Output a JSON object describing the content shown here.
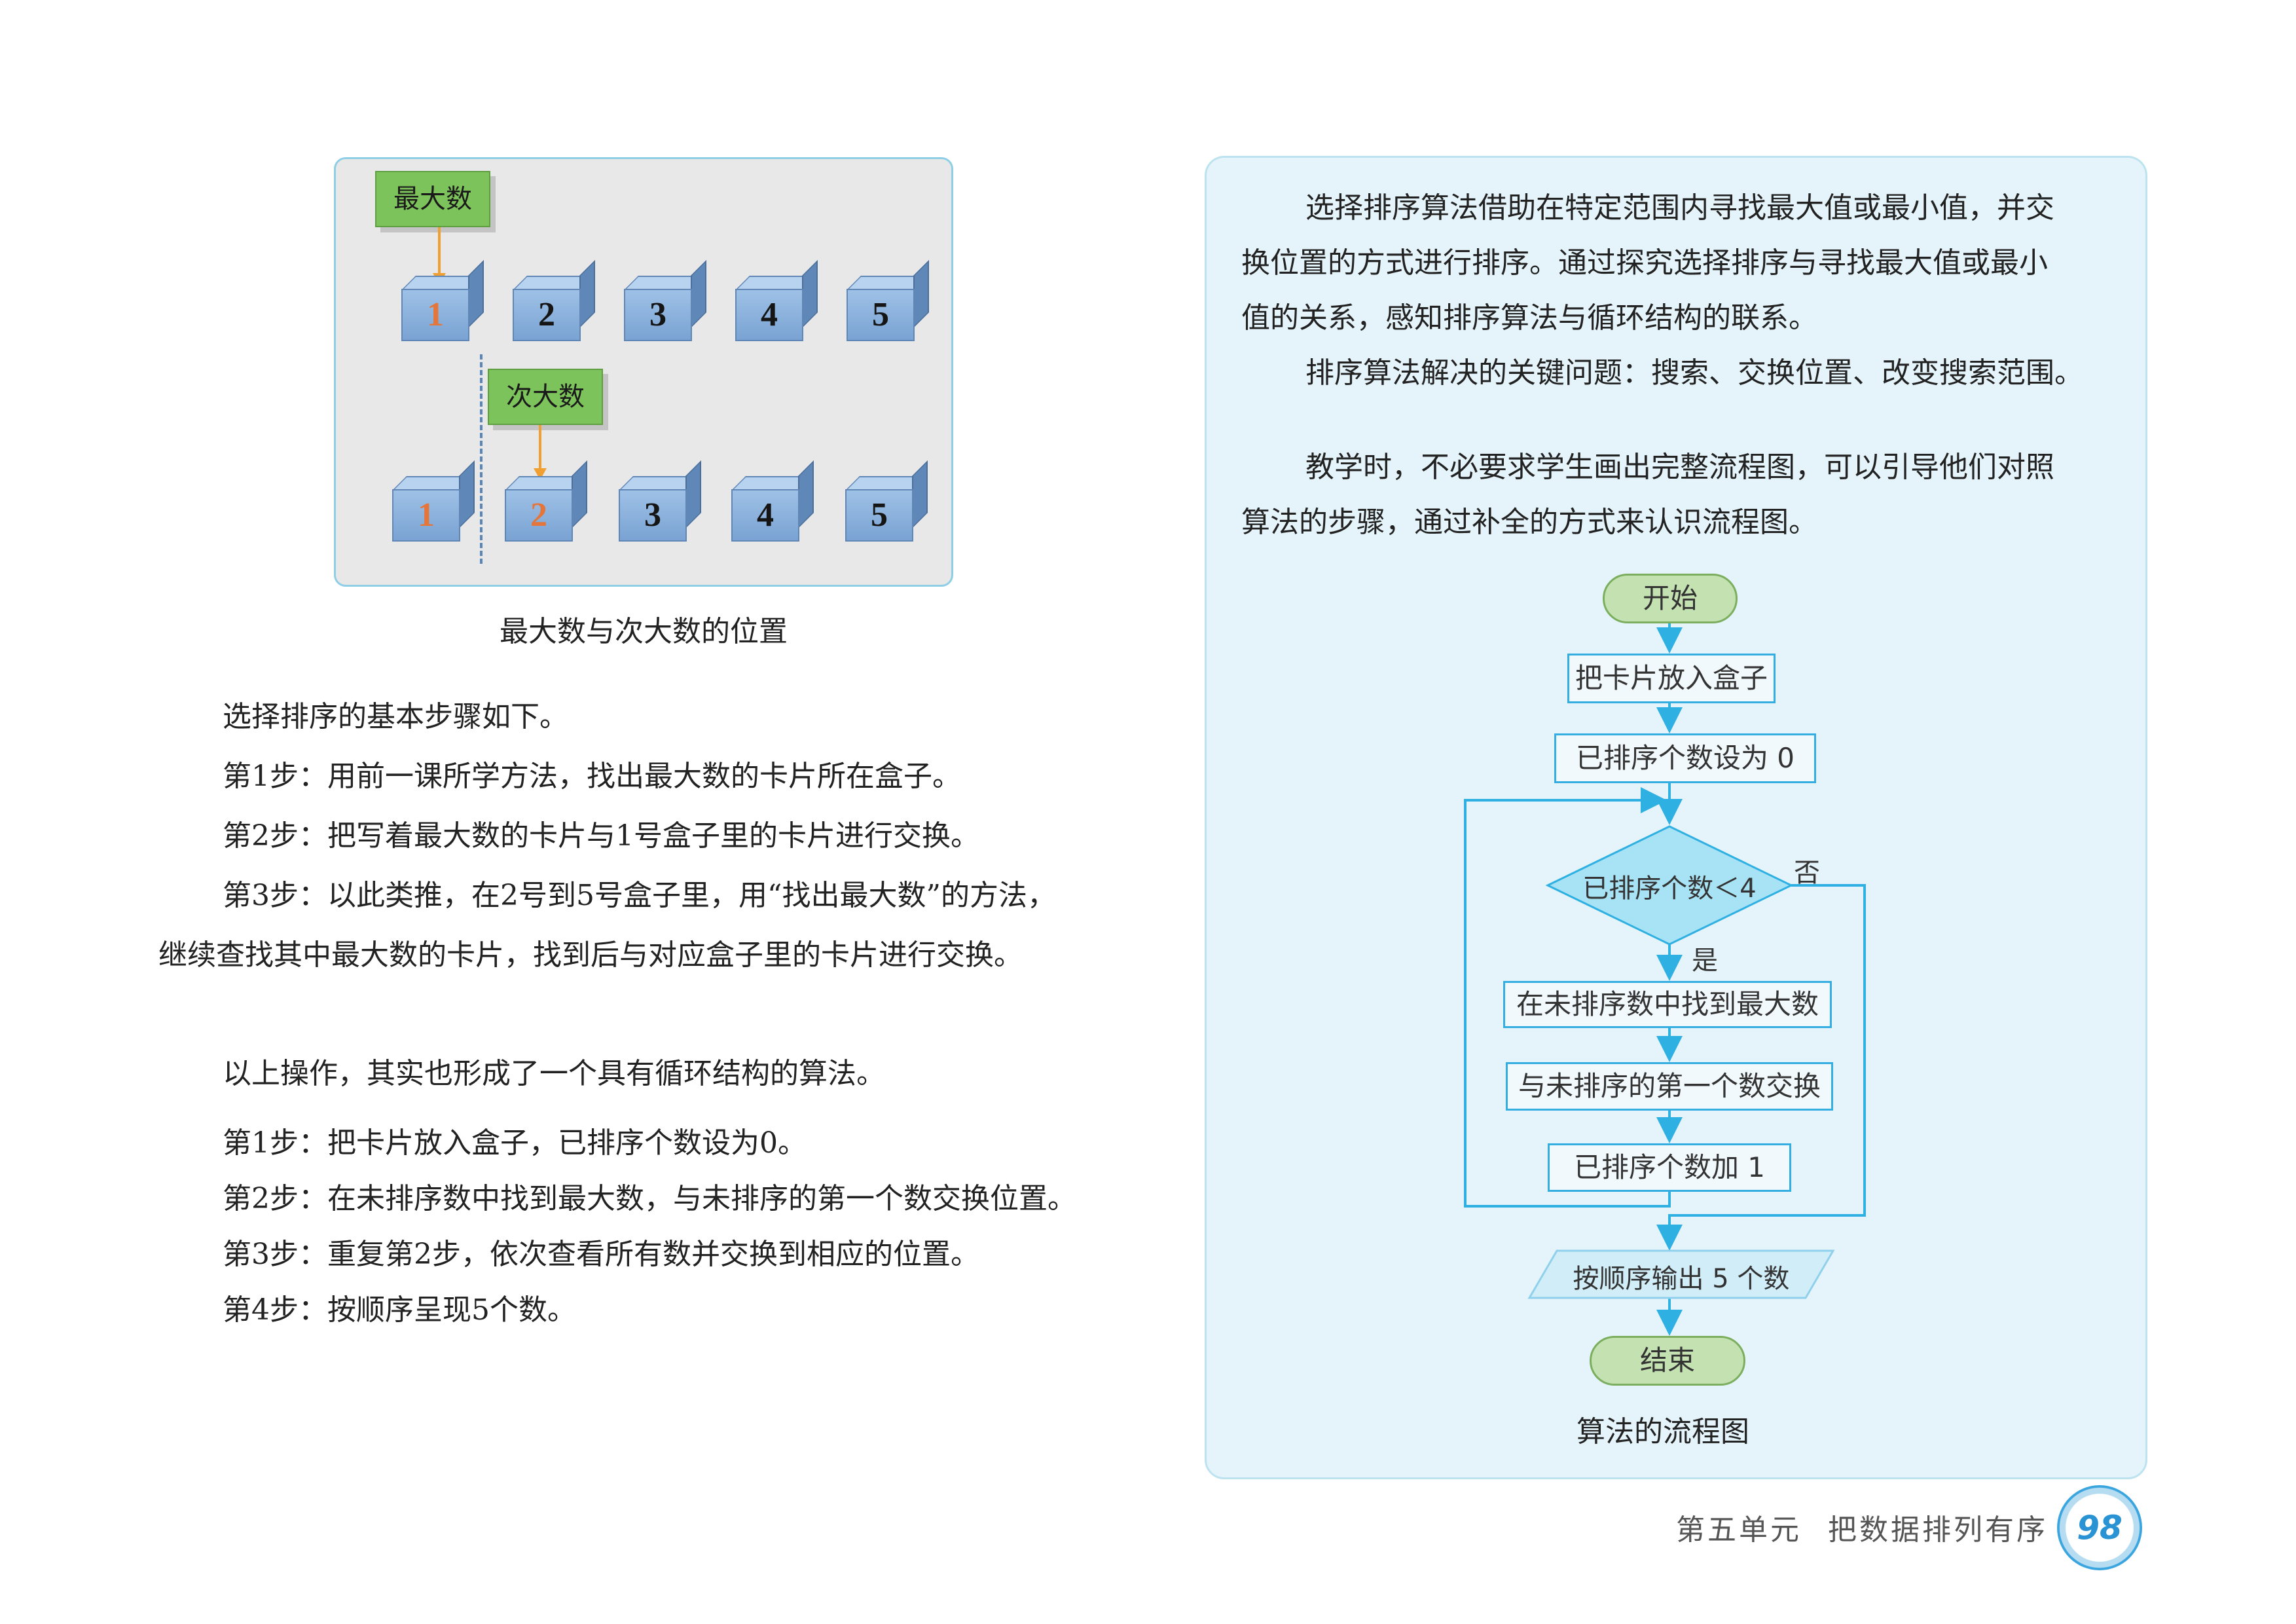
{
  "illustration": {
    "tag_max": "最大数",
    "tag_second": "次大数",
    "row1": [
      "1",
      "2",
      "3",
      "4",
      "5"
    ],
    "row2": [
      "1",
      "2",
      "3",
      "4",
      "5"
    ],
    "caption": "最大数与次大数的位置"
  },
  "left_text": {
    "p1": "选择排序的基本步骤如下。",
    "p2": "第1步：用前一课所学方法，找出最大数的卡片所在盒子。",
    "p3": "第2步：把写着最大数的卡片与1号盒子里的卡片进行交换。",
    "p4": "第3步：以此类推，在2号到5号盒子里，用“找出最大数”的方法，",
    "p5": "继续查找其中最大数的卡片，找到后与对应盒子里的卡片进行交换。",
    "p6": "以上操作，其实也形成了一个具有循环结构的算法。",
    "p7": "第1步：把卡片放入盒子，已排序个数设为0。",
    "p8": "第2步：在未排序数中找到最大数，与未排序的第一个数交换位置。",
    "p9": "第3步：重复第2步，依次查看所有数并交换到相应的位置。",
    "p10": "第4步：按顺序呈现5个数。"
  },
  "panel": {
    "line1": "选择排序算法借助在特定范围内寻找最大值或最小值，并交",
    "line2": "换位置的方式进行排序。通过探究选择排序与寻找最大值或最小",
    "line3": "值的关系，感知排序算法与循环结构的联系。",
    "line4": "排序算法解决的关键问题：搜索、交换位置、改变搜索范围。",
    "line5": "教学时，不必要求学生画出完整流程图，可以引导他们对照",
    "line6": "算法的步骤，通过补全的方式来认识流程图。"
  },
  "flowchart": {
    "start": "开始",
    "step1": "把卡片放入盒子",
    "step2": "已排序个数设为 0",
    "condition": "已排序个数＜4",
    "no_label": "否",
    "yes_label": "是",
    "step3": "在未排序数中找到最大数",
    "step4": "与未排序的第一个数交换",
    "step5": "已排序个数加 1",
    "output": "按顺序输出 5 个数",
    "end": "结束",
    "caption": "算法的流程图"
  },
  "footer": {
    "unit": "第五单元",
    "title": "把数据排列有序",
    "page": "98"
  },
  "colors": {
    "accent_blue": "#34aee0",
    "panel_bg": "#e5f4fa",
    "tag_green": "#7dc35b",
    "highlight_orange": "#e4763b"
  }
}
